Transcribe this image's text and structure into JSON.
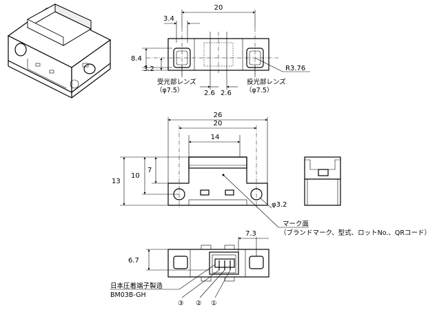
{
  "dimensions": {
    "top_width": "20",
    "top_34": "3.4",
    "top_84": "8.4",
    "top_32": "3.2",
    "top_r": "R3.76",
    "top_26a": "2.6",
    "top_26b": "2.6",
    "front_26": "26",
    "front_20": "20",
    "front_14": "14",
    "front_13": "13",
    "front_10": "10",
    "front_7": "7",
    "front_hole": "φ3.2",
    "bottom_73": "7.3",
    "bottom_67": "6.7"
  },
  "labels": {
    "receiver_lens": "受光部レンズ",
    "receiver_dia": "（φ7.5）",
    "emitter_lens": "投光部レンズ",
    "emitter_dia": "（φ7.5）",
    "mark_surface": "マーク面",
    "mark_detail": "（ブランドマーク、型式、ロットNo.、QRコード）",
    "connector_maker": "日本圧着端子製造",
    "connector_model": "BM03B-GH",
    "pin3": "③",
    "pin2": "②",
    "pin1": "①"
  }
}
